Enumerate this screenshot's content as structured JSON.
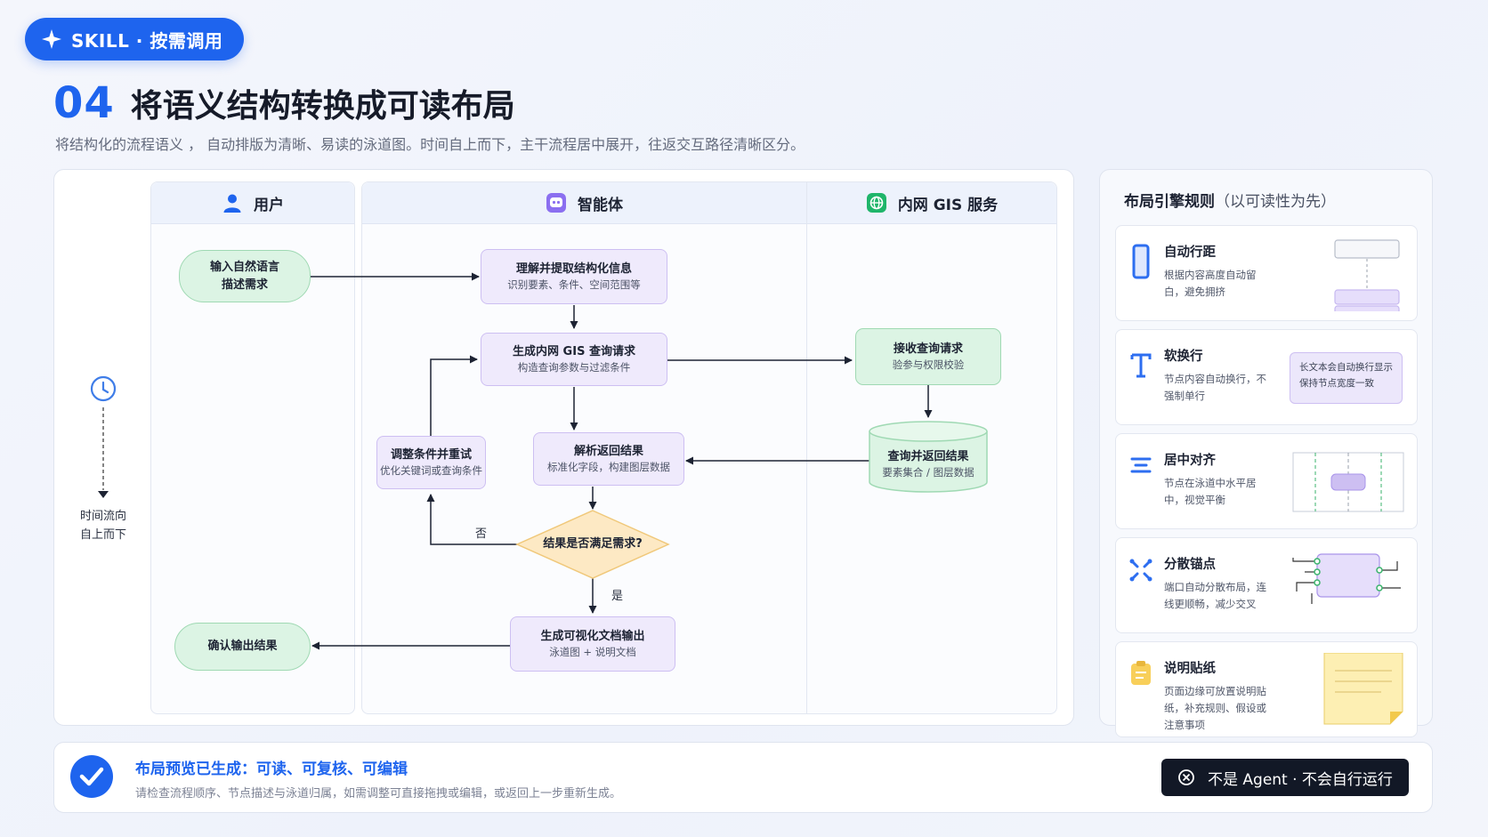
{
  "badge": {
    "label": "SKILL · 按需调用",
    "icon": "sparkle-icon"
  },
  "title": {
    "number": "04",
    "text": "将语义结构转换成可读布局"
  },
  "subtitle": "将结构化的流程语义 ， 自动排版为清晰、易读的泳道图。时间自上而下，主干流程居中展开，往返交互路径清晰区分。",
  "lanes": [
    {
      "label": "用户",
      "icon": "user-icon"
    },
    {
      "label": "智能体",
      "icon": "bot-icon"
    },
    {
      "label": "内网 GIS 服务",
      "icon": "globe-icon"
    }
  ],
  "time_axis": {
    "line1": "时间流向",
    "line2": "自上而下",
    "icon": "clock-icon"
  },
  "flow": {
    "input": {
      "line1": "输入自然语言",
      "line2": "描述需求"
    },
    "understand": {
      "title": "理解并提取结构化信息",
      "desc": "识别要素、条件、空间范围等"
    },
    "generate_query": {
      "title": "生成内网 GIS 查询请求",
      "desc": "构造查询参数与过滤条件"
    },
    "receive": {
      "title": "接收查询请求",
      "desc": "验参与权限校验"
    },
    "query_return": {
      "title": "查询并返回结果",
      "desc": "要素集合 / 图层数据"
    },
    "parse": {
      "title": "解析返回结果",
      "desc": "标准化字段，构建图层数据"
    },
    "adjust": {
      "title": "调整条件并重试",
      "desc": "优化关键词或查询条件"
    },
    "decision": {
      "text": "结果是否满足需求?"
    },
    "no_label": "否",
    "yes_label": "是",
    "output": {
      "title": "生成可视化文档输出",
      "desc": "泳道图 + 说明文档"
    },
    "confirm": {
      "text": "确认输出结果"
    }
  },
  "rules": {
    "title": "布局引擎规则",
    "title_note": "（以可读性为先）",
    "items": [
      {
        "name": "自动行距",
        "desc": "根据内容高度自动留白，避免拥挤",
        "icon": "spacing-icon"
      },
      {
        "name": "软换行",
        "desc": "节点内容自动换行，不强制单行",
        "icon": "text-icon",
        "sample": "长文本会自动换行显示 保持节点宽度一致"
      },
      {
        "name": "居中对齐",
        "desc": "节点在泳道中水平居中，视觉平衡",
        "icon": "align-center-icon"
      },
      {
        "name": "分散锚点",
        "desc": "端口自动分散布局，连线更顺畅，减少交叉",
        "icon": "anchor-icon"
      },
      {
        "name": "说明贴纸",
        "desc": "页面边缘可放置说明贴纸，补充规则、假设或注意事项",
        "icon": "sticky-note-icon"
      }
    ]
  },
  "footer": {
    "title": "布局预览已生成：可读、可复核、可编辑",
    "desc": "请检查流程顺序、节点描述与泳道归属，如需调整可直接拖拽或编辑，或返回上一步重新生成。",
    "button": "不是 Agent · 不会自行运行",
    "check_icon": "check-icon",
    "button_icon": "no-run-icon"
  },
  "colors": {
    "accent": "#1e64ee",
    "node_purple": "#efeafc",
    "node_green": "#dcf4e4",
    "decision": "#fde9c4",
    "dark_button": "#121826"
  }
}
